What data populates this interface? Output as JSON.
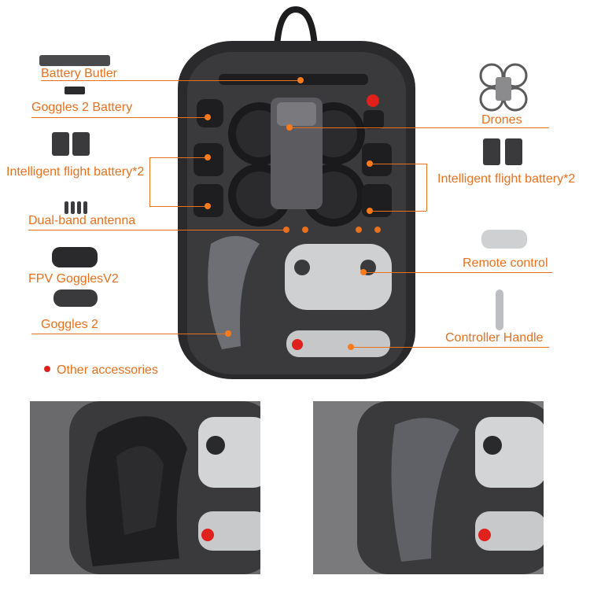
{
  "labels": {
    "battery_butler": "Battery Butler",
    "goggles2_battery": "Goggles 2 Battery",
    "intelligent_battery_left": "Intelligent flight battery*2",
    "dual_band_antenna": "Dual-band antenna",
    "fpv_goggles_v2": "FPV GogglesV2",
    "goggles_2": "Goggles 2",
    "other_accessories": "Other accessories",
    "drones": "Drones",
    "intelligent_battery_right": "Intelligent flight battery*2",
    "remote_control": "Remote control",
    "controller_handle": "Controller Handle"
  },
  "colors": {
    "accent": "#e8701e",
    "bullet": "#e0201a",
    "case_dark": "#2b2b2d",
    "foam": "#3a3a3c"
  }
}
